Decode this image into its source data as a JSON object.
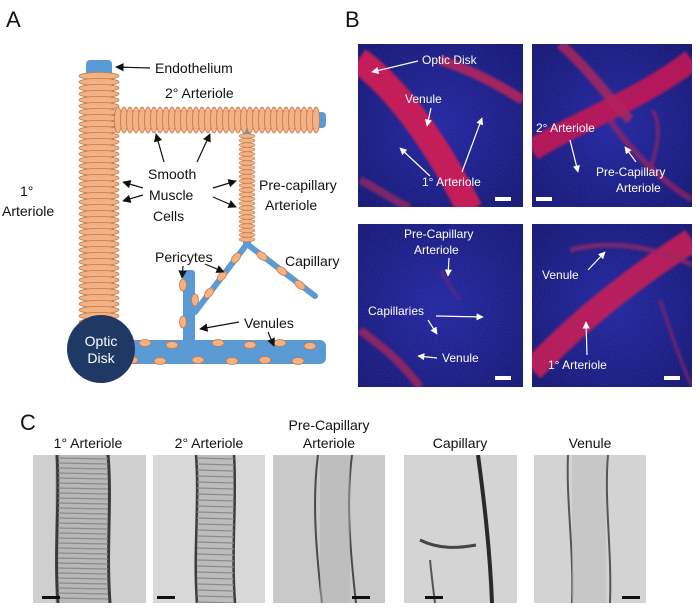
{
  "panels": {
    "a": "A",
    "b": "B",
    "c": "C"
  },
  "schematic": {
    "endothelium": "Endothelium",
    "secondary_arteriole": "2° Arteriole",
    "smooth_muscle": [
      "Smooth",
      "Muscle",
      "Cells"
    ],
    "primary_arteriole": [
      "1°",
      "Arteriole"
    ],
    "pre_capillary_arteriole": [
      "Pre-capillary",
      "Arteriole"
    ],
    "pericytes": "Pericytes",
    "capillary": "Capillary",
    "venules": "Venules",
    "optic_disk": [
      "Optic",
      "Disk"
    ]
  },
  "micrographs": {
    "top_left": {
      "optic_disk": "Optic Disk",
      "venule": "Venule",
      "primary_arteriole": "1° Arteriole"
    },
    "top_right": {
      "secondary_arteriole": "2° Arteriole",
      "pre_capillary": [
        "Pre-Capillary",
        "Arteriole"
      ]
    },
    "bottom_left": {
      "pre_capillary": [
        "Pre-Capillary",
        "Arteriole"
      ],
      "capillaries": "Capillaries",
      "venule": "Venule"
    },
    "bottom_right": {
      "venule": "Venule",
      "primary_arteriole": "1° Arteriole"
    }
  },
  "vessel_titles": [
    {
      "lines": [
        "1° Arteriole"
      ]
    },
    {
      "lines": [
        "2° Arteriole"
      ]
    },
    {
      "lines": [
        "Pre-Capillary",
        "Arteriole"
      ]
    },
    {
      "lines": [
        "Capillary"
      ]
    },
    {
      "lines": [
        "Venule"
      ]
    }
  ],
  "colors": {
    "endothelium": "#5b9bd5",
    "smooth_muscle": "#f4b183",
    "optic_disk": "#1f3864",
    "vessel_red": "#d2144a",
    "nuclei_blue": "#1a1aa8"
  }
}
